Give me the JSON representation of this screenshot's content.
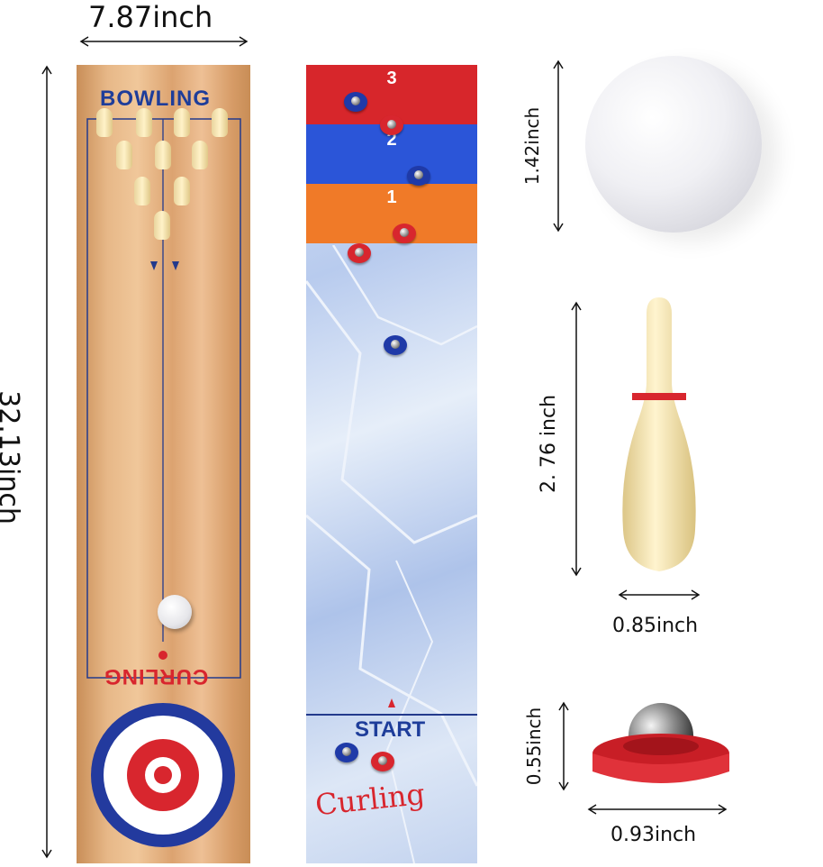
{
  "dimensions": {
    "board_width": "7.87inch",
    "board_length": "32.13inch",
    "ball_diameter": "1.42inch",
    "pin_height": "2. 76 inch",
    "pin_width": "0.85inch",
    "puck_height": "0.55inch",
    "puck_width": "0.93inch"
  },
  "bowling_board": {
    "title": "BOWLING",
    "curling_label": "CURLING"
  },
  "curling_board": {
    "zones": [
      "3",
      "2",
      "1"
    ],
    "start_label": "START",
    "brand_text": "Curling"
  },
  "colors": {
    "zone3": "#d7262b",
    "zone2": "#2b55d8",
    "zone1": "#f07a28",
    "title_blue": "#1e3d9a",
    "curling_red": "#d8262e"
  }
}
